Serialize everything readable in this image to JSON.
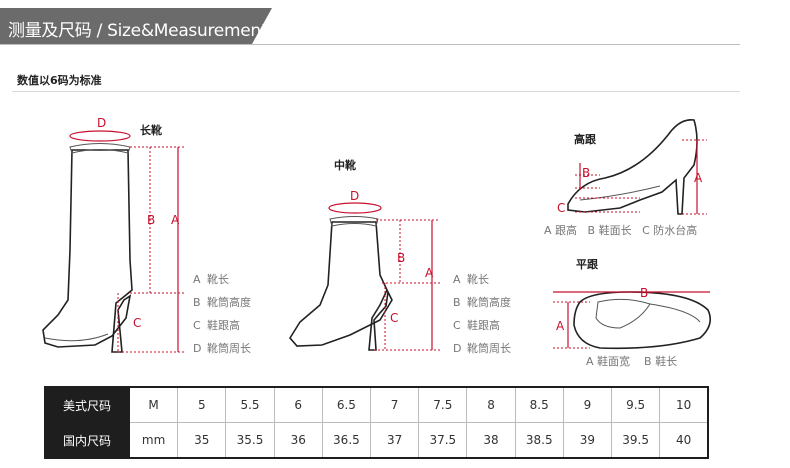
{
  "header": {
    "title": "测量及尺码 / Size&Measurement"
  },
  "subtitle": "数值以6码为标准",
  "boots": {
    "long": {
      "title": "长靴"
    },
    "mid": {
      "title": "中靴"
    },
    "legend": [
      {
        "key": "A",
        "text": "靴长"
      },
      {
        "key": "B",
        "text": "靴筒高度"
      },
      {
        "key": "C",
        "text": "鞋跟高"
      },
      {
        "key": "D",
        "text": "靴筒周长"
      }
    ]
  },
  "heels": {
    "title": "高跟",
    "legend": [
      {
        "key": "A",
        "text": "跟高"
      },
      {
        "key": "B",
        "text": "鞋面长"
      },
      {
        "key": "C",
        "text": "防水台高"
      }
    ]
  },
  "flats": {
    "title": "平跟",
    "legend": [
      {
        "key": "A",
        "text": "鞋面宽"
      },
      {
        "key": "B",
        "text": "鞋长"
      }
    ]
  },
  "markers": {
    "a": "A",
    "b": "B",
    "c": "C",
    "d": "D"
  },
  "size_table": {
    "rows": [
      {
        "label": "美式尺码",
        "values": [
          "M",
          "5",
          "5.5",
          "6",
          "6.5",
          "7",
          "7.5",
          "8",
          "8.5",
          "9",
          "9.5",
          "10"
        ]
      },
      {
        "label": "国内尺码",
        "values": [
          "mm",
          "35",
          "35.5",
          "36",
          "36.5",
          "37",
          "37.5",
          "38",
          "38.5",
          "39",
          "39.5",
          "40"
        ]
      }
    ]
  },
  "colors": {
    "header_bg": "#6b6b6b",
    "dimension_red": "#c8102e",
    "table_head": "#1e1e1e"
  }
}
